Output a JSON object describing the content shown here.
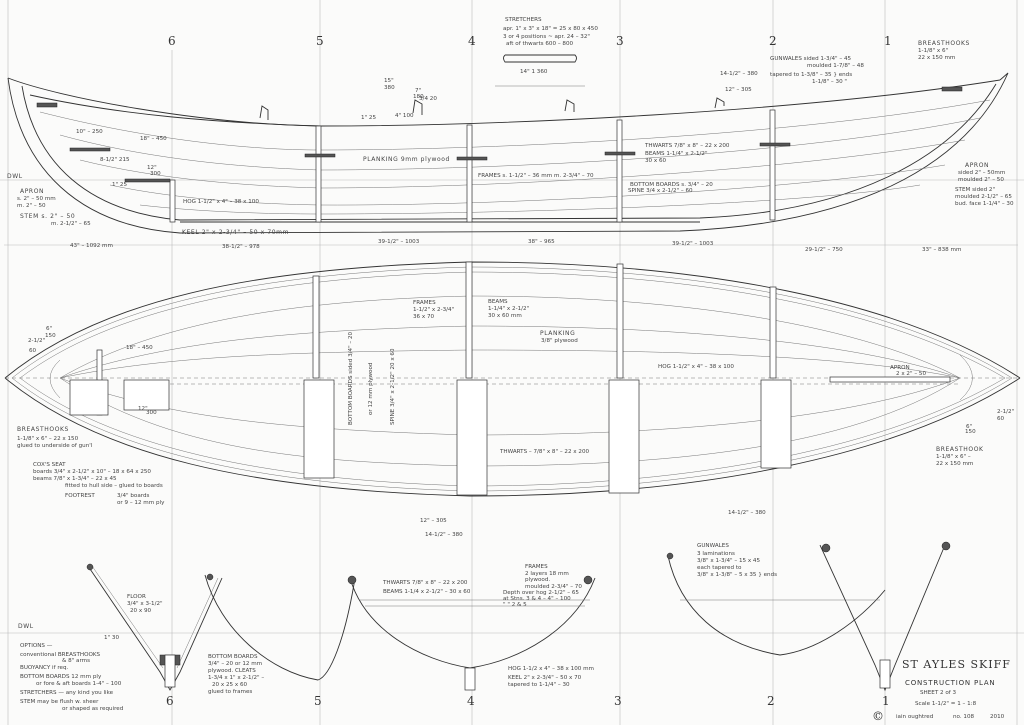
{
  "stations_top": [
    "6",
    "5",
    "4",
    "3",
    "2",
    "1"
  ],
  "stations_bottom": [
    "6",
    "5",
    "4",
    "3",
    "2",
    "1"
  ],
  "profile": {
    "stretchers": [
      "STRETCHERS",
      "apr. 1\" x 3\" x 18\" = 25 x 80 x 450",
      "3 or 4 positions ~ apr. 24 – 32\"",
      "aft of thwarts        600 – 800",
      "14\" 1 360"
    ],
    "gunwales": [
      "GUNWALES  sided 1-3/4\" – 45",
      "moulded 1-7/8\" – 48",
      "tapered to  1-3/8\" – 35 } ends",
      "1-1/8\" – 30  \""
    ],
    "breasthooks": [
      "BREASTHOOKS",
      "1-1/8\" x 6\"",
      "22 x 150 mm"
    ],
    "dim_aft": [
      "14-1/2\" – 380",
      "12\" – 305"
    ],
    "thwarts": "THWARTS  7/8\" x 8\" – 22 x 200",
    "beams": [
      "BEAMS  1-1/4\" x 2-1/2\"",
      "30 x 60"
    ],
    "planking": "PLANKING  9mm plywood",
    "frames": "FRAMES  s. 1-1/2\" – 36 mm   m. 2-3/4\" – 70",
    "bottom_boards": [
      "BOTTOM BOARDS  s. 3/4\" – 20",
      "SPINE 3/4 x 2-1/2\" – 60"
    ],
    "hog": "HOG 1-1/2\" x 4\" – 38 x 100",
    "keel": "KEEL  2\" x 2-3/4\" – 50 x 70mm",
    "dwl": "DWL",
    "apron_fwd": [
      "APRON",
      "s. 2\" – 50 mm",
      "m. 2\" – 50"
    ],
    "stem_fwd": [
      "STEM  s. 2\" – 50",
      "m. 2-1/2\" – 65"
    ],
    "apron_aft": [
      "APRON",
      "sided 2\" – 50mm",
      "moulded 2\" – 50"
    ],
    "stem_aft": [
      "STEM  sided 2\"",
      "moulded 2-1/2\" – 65",
      "bud. face 1-1/4\" – 30"
    ],
    "small_dims": [
      "10\" – 250",
      "18\" – 450",
      "8-1/2\" 215",
      "12\"",
      "300",
      "1\" 25",
      "15\"",
      "380",
      "7\"",
      "180",
      "1\" 25",
      "4\" 100",
      "3/4 20"
    ],
    "spacing": [
      "43\" – 1092 mm",
      "38-1/2\" – 978",
      "39-1/2\" – 1003",
      "38\" – 965",
      "39-1/2\" – 1003",
      "29-1/2\" – 750",
      "33\" – 838 mm"
    ]
  },
  "plan": {
    "frames": [
      "FRAMES",
      "1-1/2\" x 2-3/4\"",
      "36 x 70"
    ],
    "beams": [
      "BEAMS",
      "1-1/4\" x 2-1/2\"",
      "30 x 60 mm"
    ],
    "planking": [
      "PLANKING",
      "3/8\" plywood"
    ],
    "hog": "HOG 1-1/2\" x 4\" – 38 x 100",
    "apron": [
      "APRON",
      "2 x 2\" – 50"
    ],
    "thwarts": "THWARTS – 7/8\" x 8\" – 22 x 200",
    "bottom_boards": [
      "BOTTOM BOARDS sided 3/4\" – 20",
      "or 12 mm plywood",
      "SPINE 3/4\" x 2-1/2\" 20 x 60"
    ],
    "breasthooks_fwd": [
      "BREASTHOOKS",
      "1-1/8\" x 6\" – 22 x 150",
      "glued to underside of gun'l"
    ],
    "cox_seat": [
      "COX'S SEAT",
      "boards   3/4\" x 2-1/2\" x 10\" – 18 x 64 x 250",
      "beams    7/8\" x 1-3/4\" – 22 x 45",
      "fitted to hull side – glued to boards"
    ],
    "footrest": [
      "FOOTREST",
      "3/4\" boards",
      "or 9 – 12 mm ply"
    ],
    "dims": [
      "12\" – 305",
      "14-1/2\" – 380",
      "14-1/2\" – 380",
      "18\" – 450",
      "12\"",
      "300",
      "6\"",
      "150",
      "2-1/2\"",
      "60",
      "6\"",
      "150",
      "2-1/2\"",
      "60"
    ],
    "breasthook_aft": [
      "BREASTHOOK",
      "1-1/8\" x 6\" –",
      "22 x 150 mm"
    ]
  },
  "sections": {
    "floor": [
      "FLOOR",
      "3/4\" x 3-1/2\"",
      "20 x 90"
    ],
    "dwl": "DWL",
    "dwl_dim": "1\" 30",
    "bottom_boards": [
      "BOTTOM BOARDS",
      "3/4\" – 20  or 12 mm",
      "plywood.  CLEATS",
      "1-3/4 x 1\" x 2-1/2\" –",
      "20 x 25 x 60",
      "glued to frames"
    ],
    "thwarts": "THWARTS 7/8\" x 8\" – 22 x 200",
    "beams": "BEAMS 1-1/4 x 2-1/2\" – 30 x 60",
    "frames": [
      "FRAMES",
      "2 layers 18 mm",
      "plywood.",
      "moulded 2-3/4\" – 70",
      "Depth over hog 2-1/2\" – 65",
      "at Stns. 3 & 4 – 4\" – 100",
      "\"    \"    2 & 5"
    ],
    "hog": "HOG 1-1/2 x 4\" – 38 x 100 mm",
    "keel": [
      "KEEL 2\" x 2-3/4\" – 50 x 70",
      "tapered to 1-1/4\" – 30"
    ],
    "gunwales": [
      "GUNWALES",
      "3 laminations",
      "3/8\" x 1-3/4\" – 15 x 45",
      "each tapered to",
      "3/8\" x 1-3/8\" – 5 x 35 } ends"
    ]
  },
  "options": [
    "OPTIONS —",
    "conventional BREASTHOOKS",
    "& 8\" arms",
    "BUOYANCY if req.",
    "BOTTOM BOARDS  12 mm ply",
    "or fore & aft boards 1-4\" – 100",
    "STRETCHERS  — any kind you like",
    "STEM  may be flush w. sheer",
    "or shaped as required"
  ],
  "title_block": {
    "title": "ST AYLES SKIFF",
    "subtitle": "CONSTRUCTION PLAN",
    "sheet": "SHEET 2 of 3",
    "scale": "Scale 1-1/2\" = 1 – 1:8",
    "copyright": "©",
    "designer": "iain oughtred",
    "number": "no. 108",
    "year": "2010"
  }
}
